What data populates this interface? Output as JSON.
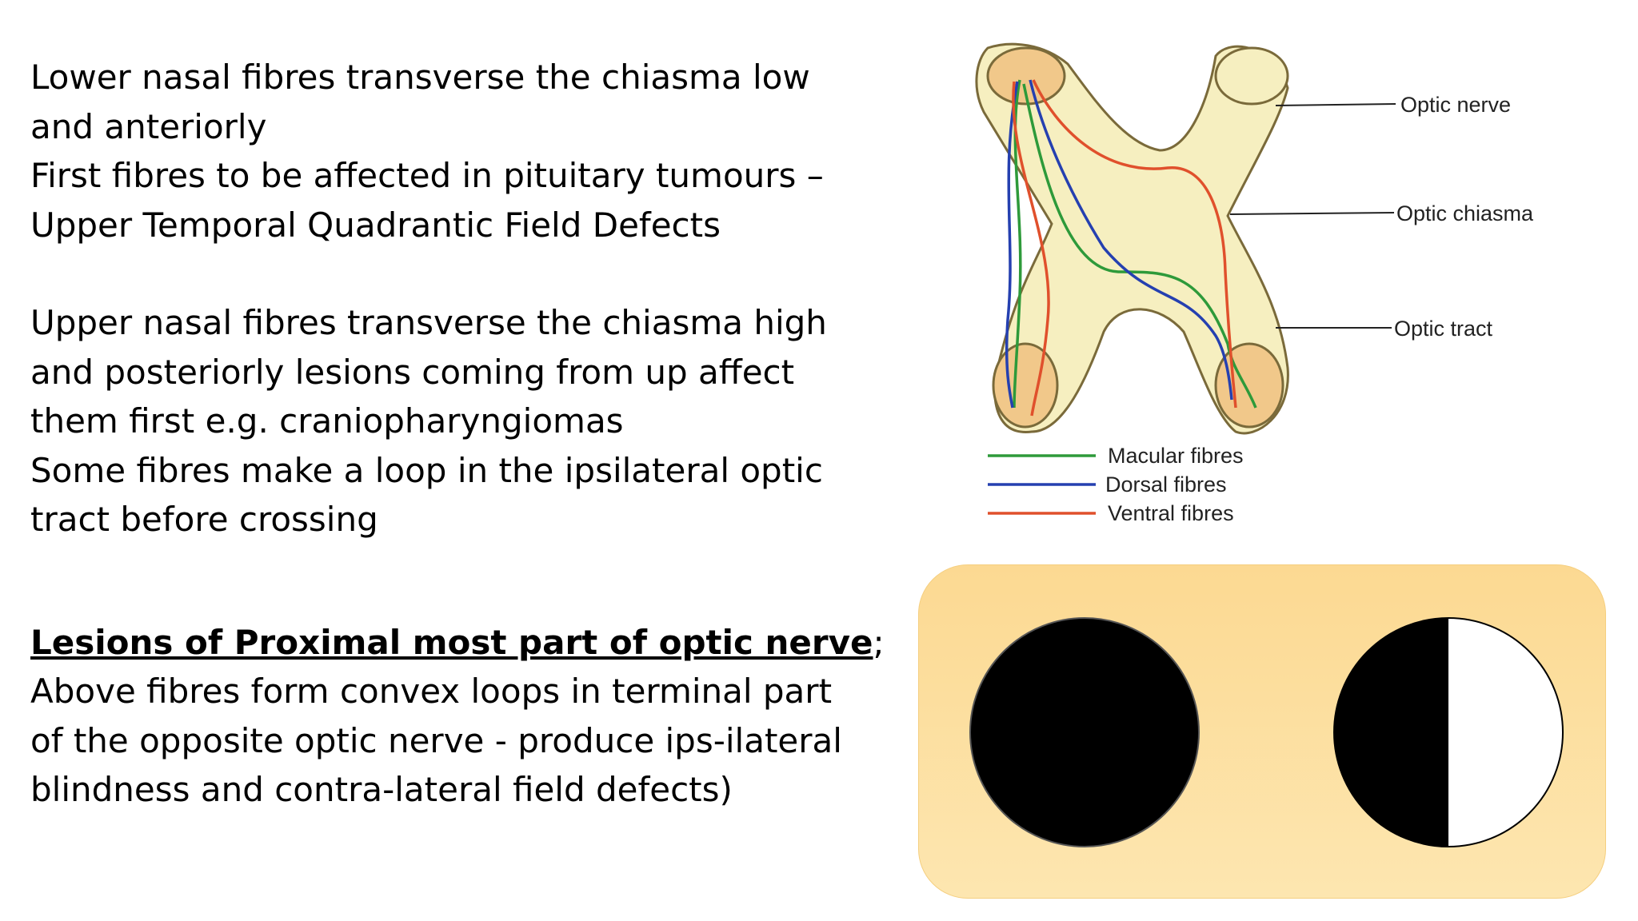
{
  "text": {
    "p1_l1": "Lower nasal fibres transverse the chiasma low",
    "p1_l2": "and anteriorly",
    "p1_l3": "First fibres to be affected in pituitary tumours –",
    "p1_l4": "Upper Temporal Quadrantic Field Defects",
    "p2_l1": "Upper nasal fibres transverse the chiasma high",
    "p2_l2": "and posteriorly  lesions coming from up affect",
    "p2_l3": "them first e.g. craniopharyngiomas",
    "p2_l4": "Some fibres make a loop in the ipsilateral optic",
    "p2_l5": "tract before crossing",
    "p3_heading": "Lesions of Proximal most part of optic nerve",
    "p3_semicolon": ";",
    "p3_l2": "Above fibres form convex loops in terminal part",
    "p3_l3": "of the opposite optic nerve - produce ips-ilateral",
    "p3_l4": "blindness and contra-lateral field defects)"
  },
  "diagram": {
    "labels": {
      "optic_nerve": "Optic nerve",
      "optic_chiasma": "Optic chiasma",
      "optic_tract": "Optic tract"
    },
    "legend": [
      {
        "label": "Macular fibres",
        "color": "#2e9a3a"
      },
      {
        "label": "Dorsal fibres",
        "color": "#2540b0"
      },
      {
        "label": "Ventral fibres",
        "color": "#e0502c"
      }
    ]
  },
  "visual_fields": {
    "left_eye": "fully black (blind)",
    "right_eye": "temporal half black"
  }
}
